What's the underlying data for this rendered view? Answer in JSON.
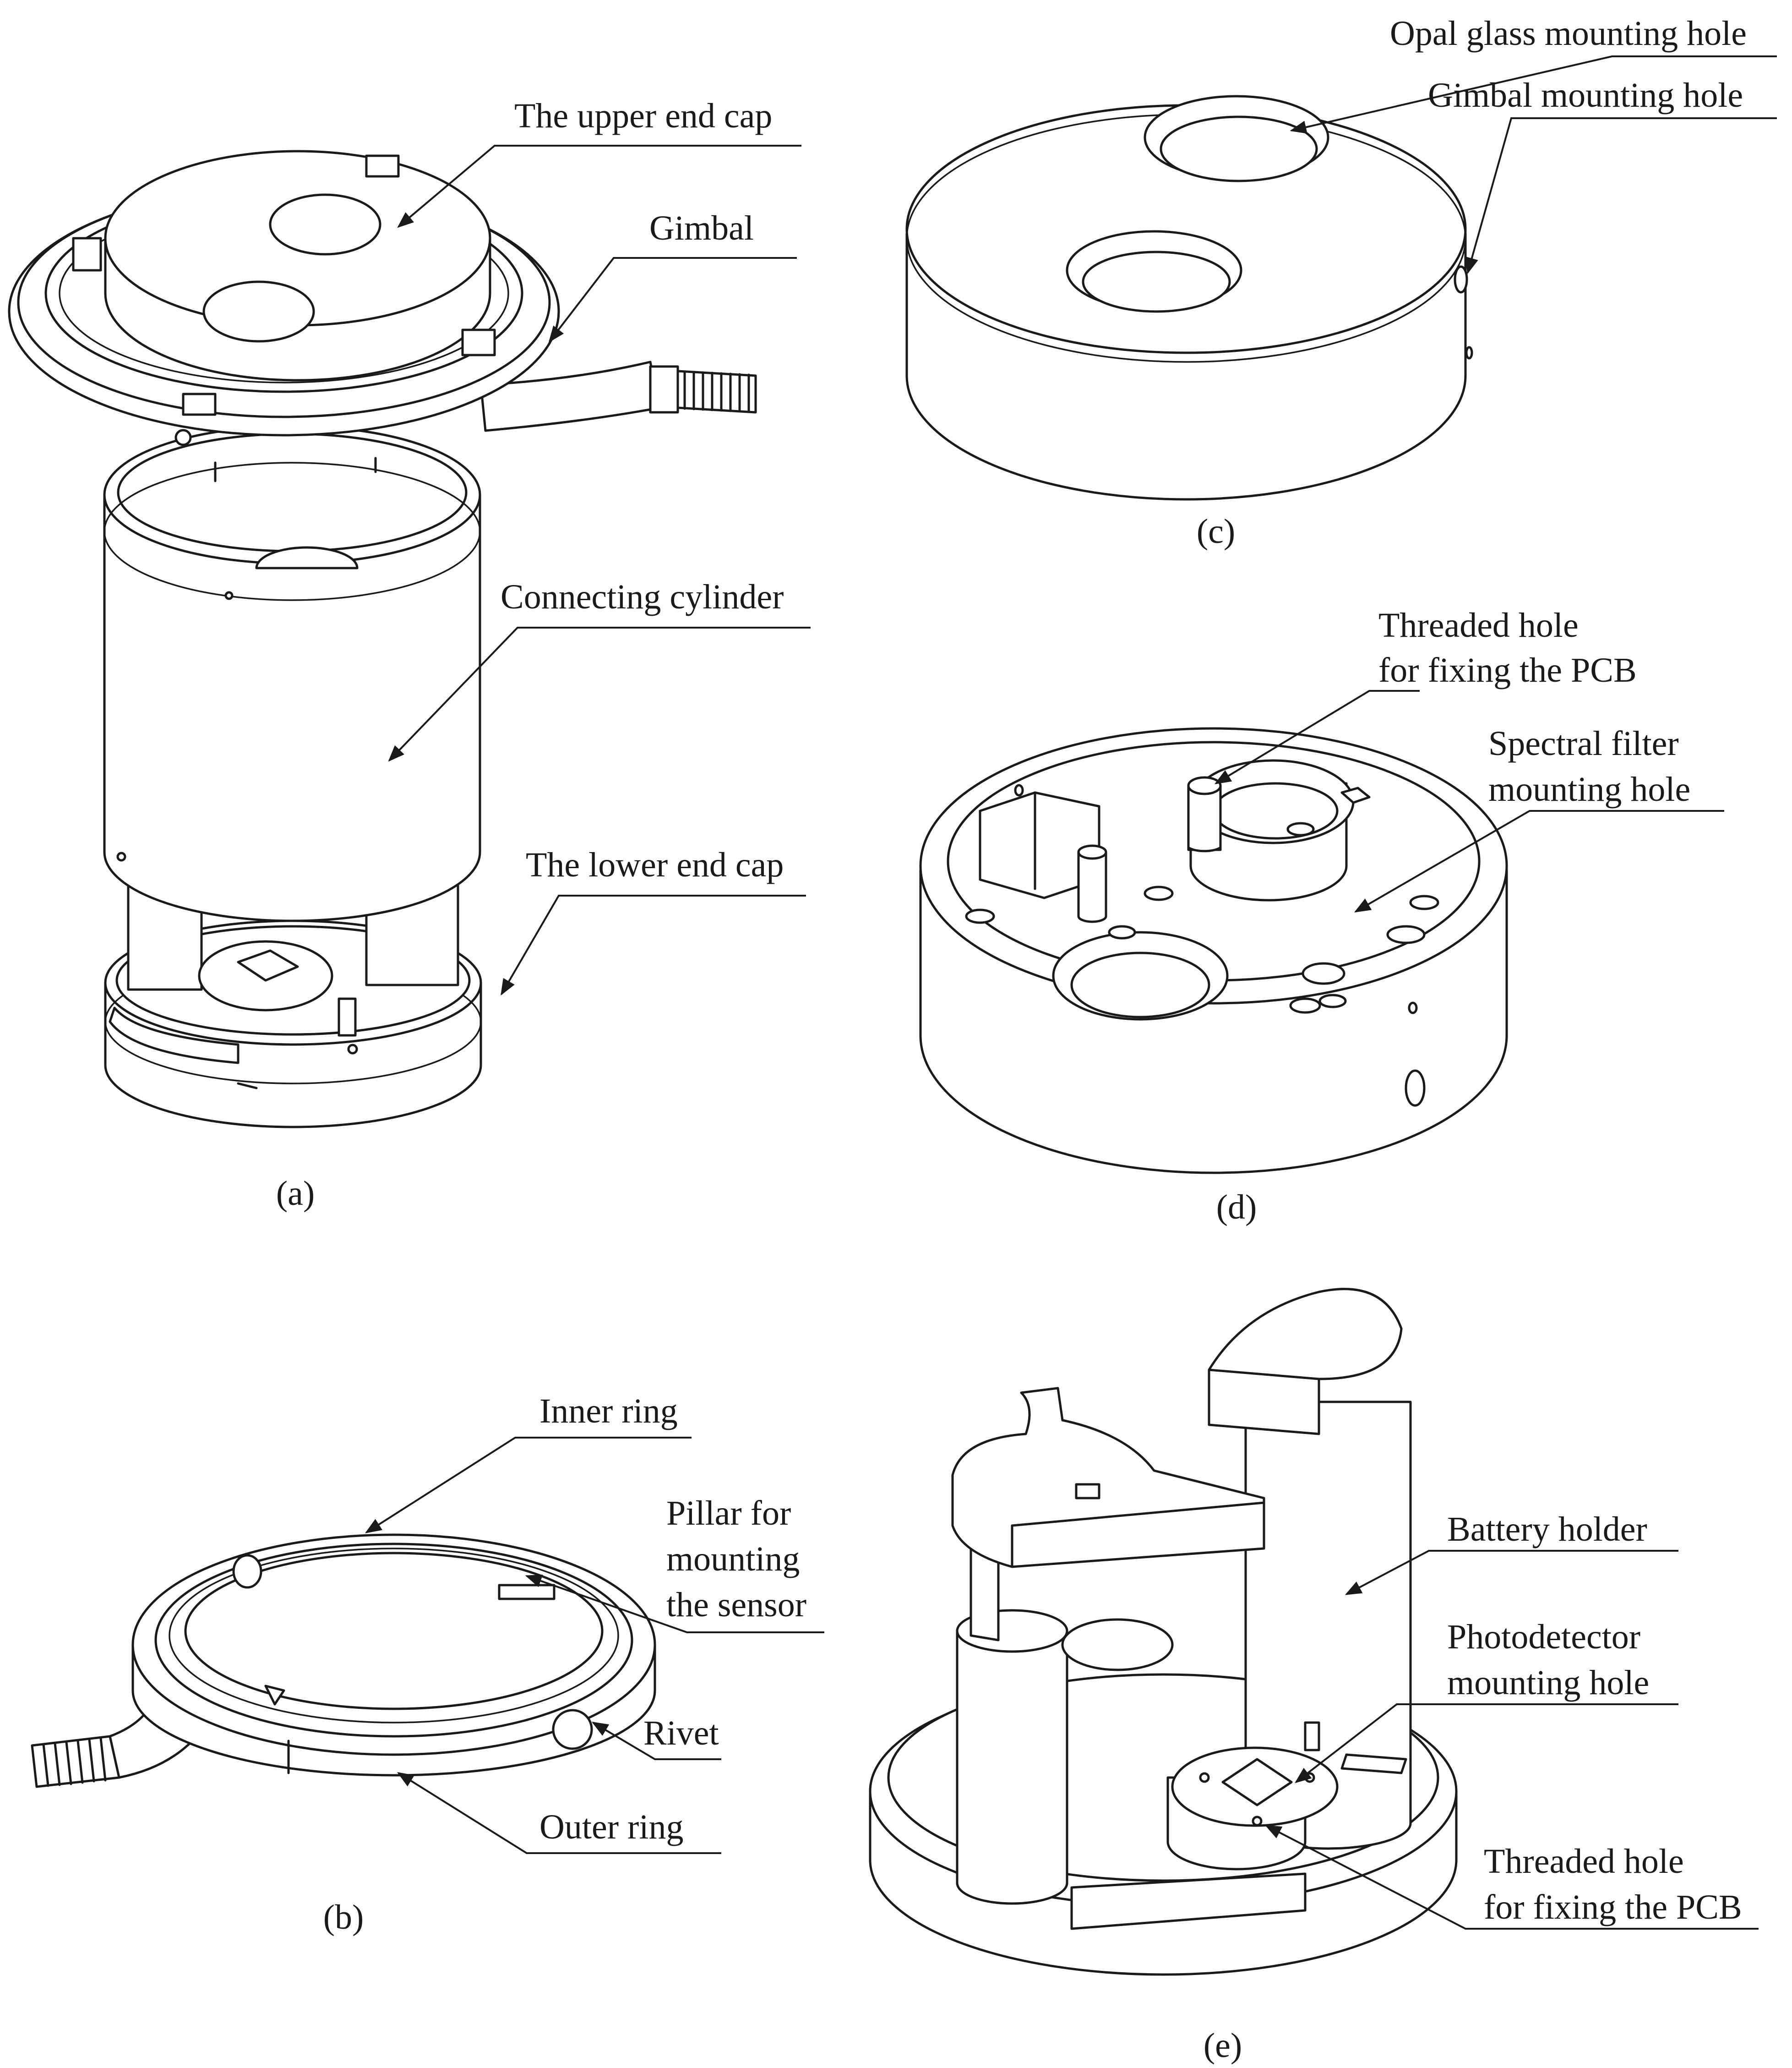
{
  "panels": {
    "a": {
      "caption": "(a)",
      "labels": {
        "upper_end_cap": "The upper end cap",
        "gimbal": "Gimbal",
        "connecting_cylinder": "Connecting cylinder",
        "lower_end_cap": "The lower end cap"
      }
    },
    "b": {
      "caption": "(b)",
      "labels": {
        "inner_ring": "Inner ring",
        "pillar_line1": "Pillar for",
        "pillar_line2": "mounting",
        "pillar_line3": "the sensor",
        "rivet": "Rivet",
        "outer_ring": "Outer ring"
      }
    },
    "c": {
      "caption": "(c)",
      "labels": {
        "opal_glass_hole": "Opal glass mounting hole",
        "gimbal_hole": "Gimbal mounting hole"
      }
    },
    "d": {
      "caption": "(d)",
      "labels": {
        "threaded_line1": "Threaded hole",
        "threaded_line2": "for fixing the PCB",
        "filter_line1": "Spectral filter",
        "filter_line2": "mounting hole"
      }
    },
    "e": {
      "caption": "(e)",
      "labels": {
        "battery_holder": "Battery holder",
        "photodetector_line1": "Photodetector",
        "photodetector_line2": "mounting hole",
        "threaded_line1": "Threaded hole",
        "threaded_line2": "for fixing the PCB"
      }
    }
  }
}
